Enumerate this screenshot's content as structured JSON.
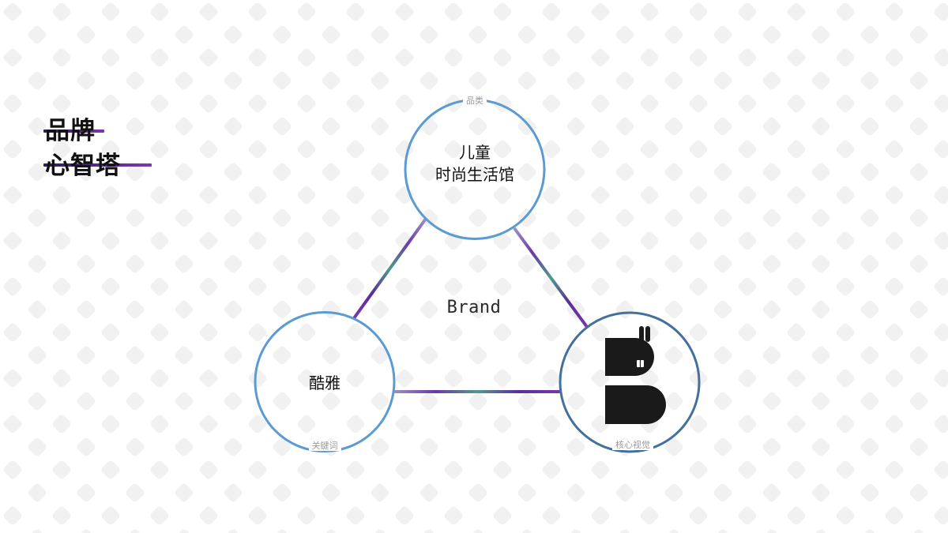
{
  "slide": {
    "title_line1": "品牌",
    "title_line2": "心智塔",
    "center_label": "Brand"
  },
  "nodes": {
    "top": {
      "tag": "品类",
      "lines": [
        "儿童",
        "时尚生活馆"
      ]
    },
    "left": {
      "tag": "关键词",
      "text": "酷雅"
    },
    "right": {
      "tag": "核心视觉",
      "logo_icon": "bunny-b-logo"
    }
  },
  "colors": {
    "circle_stroke": "#5b9bd3",
    "circle_stroke_dark": "#44719c",
    "connector_gradient": [
      "#9a93c9",
      "#6a3aa6",
      "#4f9a8c",
      "#5b2e9a",
      "#7a36ad"
    ],
    "title_bar": [
      "#2a1f5c",
      "#7a38b0"
    ],
    "text": "#111111",
    "tag_text": "#9a9a9a",
    "logo": "#1a1a1a",
    "background_pattern": "#f1f1f1"
  }
}
